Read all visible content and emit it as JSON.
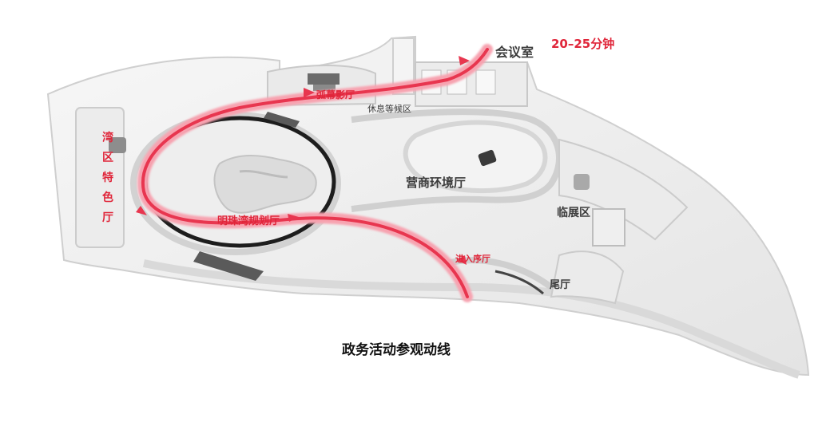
{
  "labels": {
    "meeting_room": "会议室",
    "duration": "20–25分钟",
    "arc_cinema": "弧幕影厅",
    "rest_area": "休息等候区",
    "bay_area": [
      "湾",
      "区",
      "特",
      "色",
      "厅"
    ],
    "business_hall": "营商环境厅",
    "pearl_bay_hall": "明珠湾规划厅",
    "temporary_exhibit": "临展区",
    "prologue_hall": "进入序厅",
    "epilogue_hall": "尾厅",
    "caption": "政务活动参观动线"
  },
  "colors": {
    "route": "#e8364f",
    "route_light": "#f7a3b0",
    "accent_text": "#e0263a",
    "dark_text": "#3c3c3c",
    "floor": "#f2f2f2",
    "wall": "#d6d6d6"
  }
}
